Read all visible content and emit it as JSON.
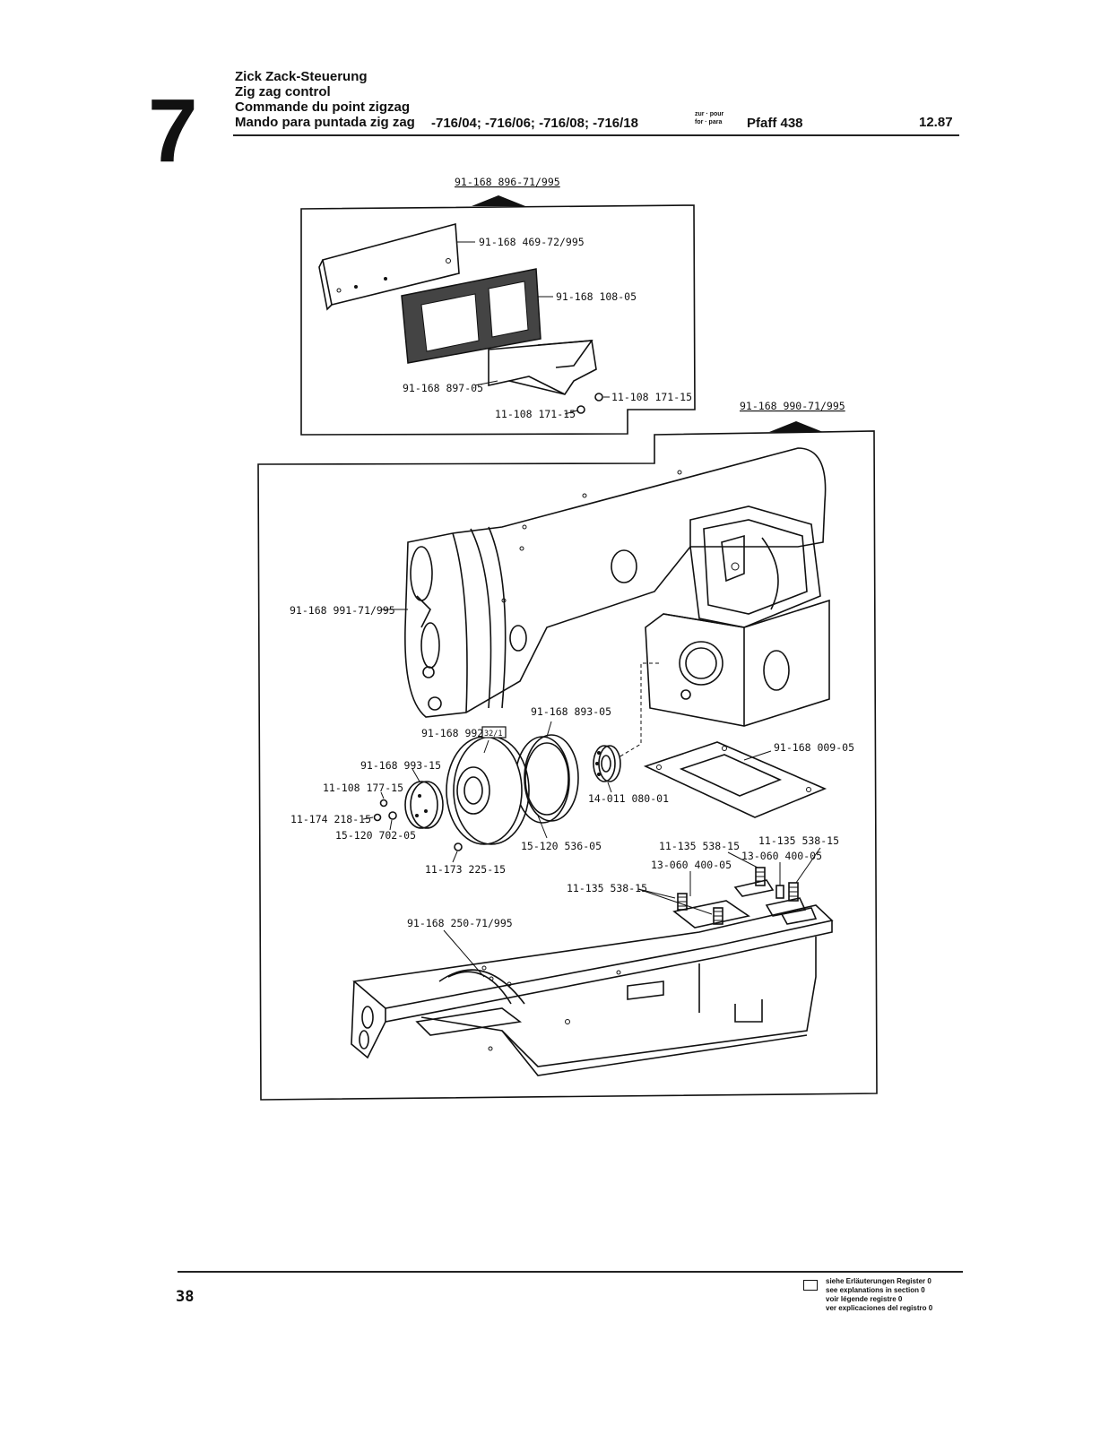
{
  "header": {
    "section_number": "7",
    "title_de": "Zick Zack-Steuerung",
    "title_en": "Zig zag control",
    "title_fr": "Commande du point zigzag",
    "title_es": "Mando para puntada zig zag",
    "variants": "-716/04; -716/06; -716/08; -716/18",
    "for_top": "zur · pour",
    "for_bottom": "for · para",
    "machine": "Pfaff 438",
    "date": "12.87"
  },
  "diagram": {
    "assembly_top": "91-168 896-71/995",
    "assembly_main": "91-168 990-71/995",
    "parts": [
      "91-168 469-72/995",
      "91-168 108-05",
      "91-168 897-05",
      "11-108 171-15",
      "11-108 171-15",
      "91-168 991-71/995",
      "91-168 893-05",
      "91-168 992-07",
      "91-168 993-15",
      "11-108 177-15",
      "11-174 218-15",
      "15-120 702-05",
      "11-173 225-15",
      "15-120 536-05",
      "14-011 080-01",
      "91-168 009-05",
      "11-135 538-15",
      "11-135 538-15",
      "13-060 400-05",
      "13-060 400-05",
      "11-135 538-15",
      "91-168 250-71/995"
    ],
    "register_ref": "32/1"
  },
  "footer": {
    "page_number": "38",
    "legend_de": "siehe Erläuterungen Register 0",
    "legend_en": "see explanations in section 0",
    "legend_fr": "voir légende registre 0",
    "legend_es": "ver explicaciones del registro 0"
  }
}
